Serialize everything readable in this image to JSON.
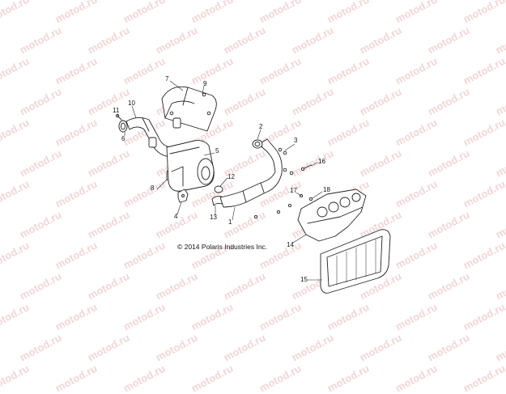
{
  "watermark": {
    "text": "motod.ru"
  },
  "copyright": "© 2014 Polaris Industries Inc.",
  "callouts": [
    "1",
    "2",
    "3",
    "4",
    "5",
    "6",
    "7",
    "8",
    "9",
    "10",
    "11",
    "12",
    "13",
    "14",
    "15",
    "16",
    "17",
    "18"
  ],
  "colors": {
    "line": "#222222",
    "watermark": "#e9b4b4"
  }
}
